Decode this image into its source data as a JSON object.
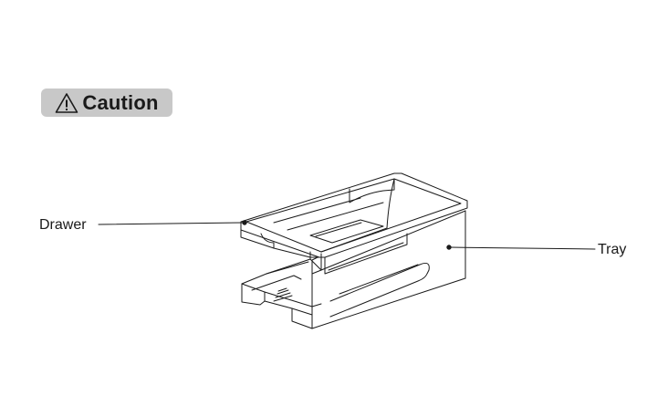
{
  "caution": {
    "label": "Caution",
    "icon": "warning-triangle-icon"
  },
  "labels": {
    "drawer": "Drawer",
    "tray": "Tray"
  },
  "colors": {
    "badge_background": "#c8c8c8",
    "line": "#1a1a1a"
  }
}
